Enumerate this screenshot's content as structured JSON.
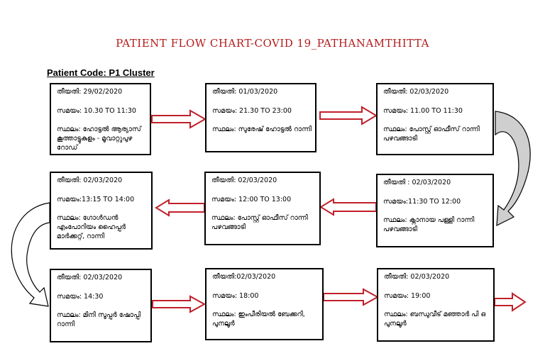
{
  "title": "PATIENT FLOW CHART-COVID 19_PATHANAMTHITTA",
  "patient_code": "Patient Code: P1 Cluster",
  "boxes": [
    {
      "date": "തീയതി: 29/02/2020",
      "time": "സമയം: 10.30  TO  11:30",
      "place": "സ്ഥലം: ഹോട്ടൽ ആര്യാസ് കൂത്താട്ടുകുളം - മൂവാറ്റുപുഴ റോഡ്"
    },
    {
      "date": "തീയതി: 01/03/2020",
      "time": "സമയം:  21.30  TO 23:00",
      "place": "സ്ഥലം: സുരേഷ് ഹോട്ടൽ റാന്നി"
    },
    {
      "date": "തീയതി: 02/03/2020",
      "time": "സമയം:  11.00  TO 11:30",
      "place": "സ്ഥലം: പോസ്റ്റ് ഓഫീസ് റാന്നി പഴവങ്ങാടി"
    },
    {
      "date": "തീയതി : 02/03/2020",
      "time": "സമയം:11:30  TO 12:00",
      "place": "സ്ഥലം: ക്നാനായ പള്ളി റാന്നി പഴവങ്ങാടി"
    },
    {
      "date": "തീയതി: 02/03/2020",
      "time": "സമയം: 12:00  TO 13:00",
      "place": "സ്ഥലം: പോസ്റ്റ് ഓഫീസ് റാന്നി പഴവങ്ങാടി"
    },
    {
      "date": "തീയതി: 02/03/2020",
      "time": "സമയം:13:15  TO 14:00",
      "place": "സ്ഥലം: ഗോൾഡൻ എംപോറിയം ഹൈപ്പർ മാർക്കറ്റ്, റാന്നി"
    },
    {
      "date": "തീയതി: 02/03/2020",
      "time": "സമയം: 14:30",
      "place": "സ്ഥലം: മിനി സൂപ്പർ ഷോപ്പി റാന്നി"
    },
    {
      "date": "തീയതി:02/03/2020",
      "time": "സമയം: 18:00",
      "place": "സ്ഥലം: ഇംപീരിയൽ ബേക്കറി, പുനലൂർ"
    },
    {
      "date": "തീയതി: 02/03/2020",
      "time": "സമയം: 19:00",
      "place": "സ്ഥലം: ബന്ധുവീട് മഞ്ഞാർ പി ഒ പുനലൂർ"
    }
  ],
  "colors": {
    "title": "#b31b1b",
    "arrow": "#c0202a",
    "curve_fill": "#cfcfcf"
  }
}
